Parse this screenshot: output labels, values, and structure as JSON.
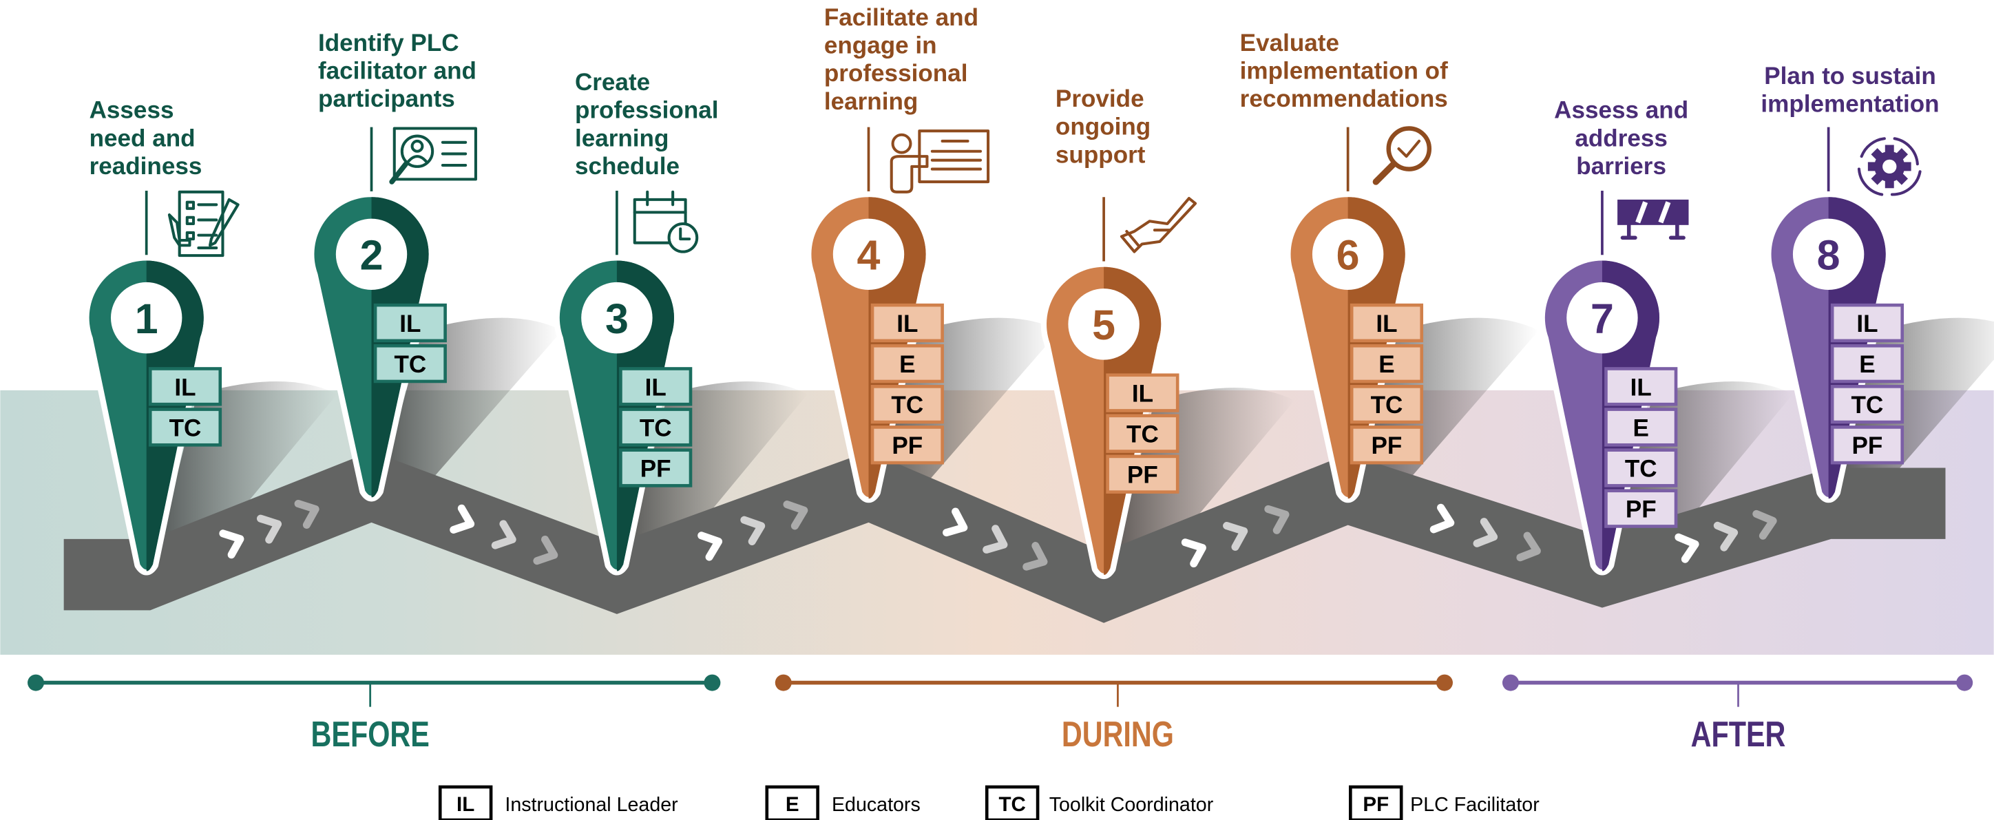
{
  "phases": [
    {
      "id": "before",
      "label": "BEFORE",
      "line": "#1b6d5f",
      "text": "#17705f"
    },
    {
      "id": "during",
      "label": "DURING",
      "line": "#a65a28",
      "text": "#c8763b"
    },
    {
      "id": "after",
      "label": "AFTER",
      "line": "#7b5fa6",
      "text": "#4a2d77"
    }
  ],
  "palette": {
    "before": {
      "light": "#1f7766",
      "dark": "#0d4c40",
      "tag": "#b2dcd6",
      "tagBorder": "#1b6d5f",
      "title": "#0f5445"
    },
    "during": {
      "light": "#d0804b",
      "dark": "#a65a28",
      "tag": "#f0c4a6",
      "tagBorder": "#d0804b",
      "title": "#8f4c1f"
    },
    "after": {
      "light": "#7b5fa6",
      "dark": "#4a2d77",
      "tag": "#e7dcec",
      "tagBorder": "#7b5fa6",
      "title": "#4a2d77"
    }
  },
  "steps": [
    {
      "number": "1",
      "phase": "before",
      "title_lines": [
        "Assess",
        "need and",
        "readiness"
      ],
      "roles": [
        "IL",
        "TC"
      ],
      "icon": "checklist-icon"
    },
    {
      "number": "2",
      "phase": "before",
      "title_lines": [
        "Identify PLC",
        "facilitator and",
        "participants"
      ],
      "roles": [
        "IL",
        "TC"
      ],
      "icon": "id-card-search-icon"
    },
    {
      "number": "3",
      "phase": "before",
      "title_lines": [
        "Create",
        "professional",
        "learning",
        "schedule"
      ],
      "roles": [
        "IL",
        "TC",
        "PF"
      ],
      "icon": "calendar-clock-icon"
    },
    {
      "number": "4",
      "phase": "during",
      "title_lines": [
        "Facilitate and",
        "engage in",
        "professional",
        "learning"
      ],
      "roles": [
        "IL",
        "E",
        "TC",
        "PF"
      ],
      "icon": "presenter-icon"
    },
    {
      "number": "5",
      "phase": "during",
      "title_lines": [
        "Provide",
        "ongoing",
        "support"
      ],
      "roles": [
        "IL",
        "TC",
        "PF"
      ],
      "icon": "helping-hand-icon"
    },
    {
      "number": "6",
      "phase": "during",
      "title_lines": [
        "Evaluate",
        "implementation of",
        "recommendations"
      ],
      "roles": [
        "IL",
        "E",
        "TC",
        "PF"
      ],
      "icon": "magnifier-check-icon"
    },
    {
      "number": "7",
      "phase": "after",
      "title_lines": [
        "Assess and",
        "address",
        "barriers"
      ],
      "roles": [
        "IL",
        "E",
        "TC",
        "PF"
      ],
      "icon": "barrier-icon"
    },
    {
      "number": "8",
      "phase": "after",
      "title_lines": [
        "Plan to sustain",
        "implementation"
      ],
      "roles": [
        "IL",
        "E",
        "TC",
        "PF"
      ],
      "icon": "gear-cycle-icon"
    }
  ],
  "legend": [
    {
      "code": "IL",
      "label": "Instructional Leader"
    },
    {
      "code": "E",
      "label": "Educators"
    },
    {
      "code": "TC",
      "label": "Toolkit Coordinator"
    },
    {
      "code": "PF",
      "label": "PLC Facilitator"
    }
  ]
}
